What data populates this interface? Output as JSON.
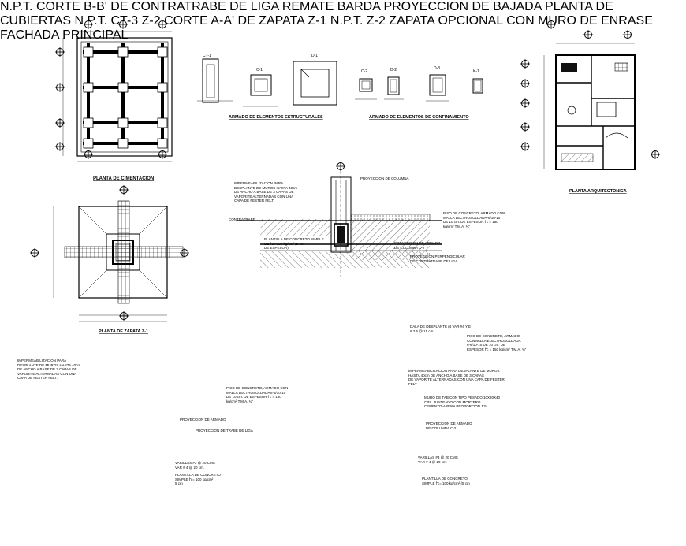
{
  "drawings": {
    "planta_cimentacion": "PLANTA DE CIMENTACION",
    "armado_estructurales": "ARMADO DE ELEMENTOS ESTRUCTURALES",
    "armado_confinamiento": "ARMADO DE ELEMENTOS DE CONFINAMIENTO",
    "planta_arquitectonica": "PLANTA ARQUITECTONICA",
    "planta_zapata": "PLANTA DE ZAPATA Z-1",
    "corte_bb": "CORTE B-B' DE CONTRATRABE DE LIGA",
    "planta_cubiertas": "PLANTA DE CUBIERTAS",
    "corte_aa": "CORTE A-A' DE ZAPATA Z-1",
    "zapata_opcional": "ZAPATA OPCIONAL CON MURO DE ENRASE",
    "fachada_principal": "FACHADA PRINCIPAL"
  },
  "element_tags": {
    "ct1": "CT-1",
    "c1": "C-1",
    "d1": "D-1",
    "c2": "C-2",
    "dd": "D-2",
    "dc": "D-3",
    "k1": "K-1",
    "ct3": "CT-3",
    "z2": "Z-2",
    "npt": "N.P.T.",
    "nptb": "N.P.T.",
    "nptc": "N.P.T."
  },
  "notes": {
    "imper_b": "IMPERMEABILIZACION PARA\nDESPLANTE DE MUROS HASTA 40cm\nDE ANCHO A BASE DE 3 CAPAS DE\nVAPORITE ALTERNADAS CON UNA\nCAPA DE FESTER FELT.",
    "proy_columna": "PROYECCION DE COLUMNA",
    "contratrabe": "CONTRATRABE",
    "piso_b": "PISO DE CONCRETO, ARMADO CON\nMALLA LECTROSOLDADA-6/10-10\nDE 10 cm. DE ESPESOR f'c = 150\nkg/cm² T.M.A. ¾\"",
    "plantilla_b": "PLANTILLA DE CONCRETO SIMPLE\nDE f'c= 100 kg/cm² (5 cm\nDE ESPESOR)",
    "proy_armado_b": "PROYECCION DE ARMADO\nDE COLUMNA C-2",
    "proy_perp": "PROYECCION PERPENDICULAR\nDE CONTRATRABE DE LIGA",
    "imper_a": "IMPERMEABILIZACION PARA\nDESPLANTE DE MUROS HASTA 40cm\nDE ANCHO A BASE DE 3 CAPAS DE\nVAPORITE ALTERNADAS CON UNA\nCAPA DE FESTER FELT.",
    "piso_a": "PISO DE CONCRETO, ARMADO CON\nMALLA LECTROSOLDADAS-6/10-10\nDE 10 cm. DE ESPESOR f'c = 150\nkg/cm² T.M.A. ¾\"",
    "proy_armado_a": "PROYECCION DE ARMADO",
    "proy_trabe": "PROYECCION DE TRABE DE LIGA",
    "varillas_a": "VARILLAS #3 @ 20 CMS\nVAR # 4 @ 20 cm.",
    "plantilla_a": "PLANTILLA DE CONCRETO\nSIMPLE f'c= 100 kg/cm²\n5 cm",
    "dala": "DALA DE DESPLANTE (4 VAR #4 Y E\n# 2.5 @ 15 cm.",
    "piso_c": "PISO DE CONCRETO, ARMADO\nCONMALLA ELECTROSOLDADA\n6-6/10-10 DE 10 cm. DE\nESPESOR f'c = 150 kg/cm² T.M.A. ¾\"",
    "imper_c": "IMPERMEABILIZACION PARA DESPLANTE DE MUROS\nHASTA 40cm DE ANCHO A BASE DE 3 CAPAS\nDE VAPORITE ALTERNADAS CON UNA CAPA DE FESTER\nFELT",
    "muro_tabicon": "MURO DE TABICON TIPO PESADO 10X20X40\nCPS. JUNTEADO CON MORTERO\nCEMENTO-ARENA PROPORCION 1:5",
    "proy_armado_c": "PROYECCION DE ARMADO\nDE COLUMNA C-2",
    "varillas_c": "VARILLAS #3 @ 20 CMS\nVAR # 4 @ 20 cm.",
    "plantilla_c": "PLANTILLA DE CONCRETO\nSIMPLE f'c= 100 kg/cm² (5 cm",
    "cubierta_note": "PROYECCION DE BAJADA",
    "cubierta_side": "REMATE BARDA"
  },
  "colors": {
    "line": "#000000",
    "background": "#ffffff",
    "hatch": "#555555"
  },
  "icon_names": [
    "axis-bubble-icon",
    "north-arrow-icon",
    "tree-icon",
    "cut-marker-icon"
  ]
}
